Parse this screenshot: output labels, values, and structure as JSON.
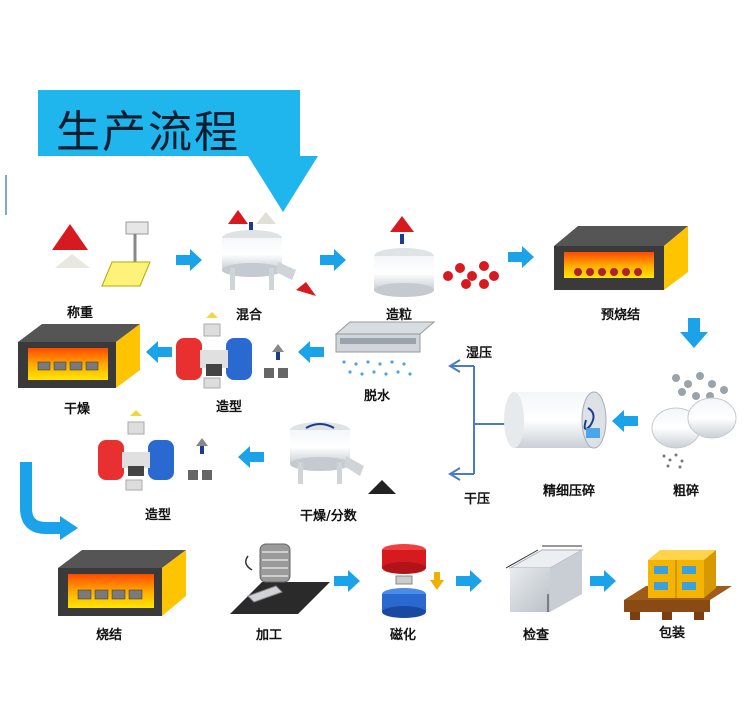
{
  "title": "生产流程",
  "steps": {
    "weighing": "称重",
    "mixing": "混合",
    "granulating": "造粒",
    "presintering": "预烧结",
    "coarse_crushing": "粗碎",
    "fine_crushing": "精细压碎",
    "wet_pressing": "湿压",
    "dry_pressing": "干压",
    "dewatering": "脱水",
    "molding_wet": "造型",
    "drying_wet": "干燥",
    "drying_classify": "干燥/分数",
    "molding_dry": "造型",
    "sintering": "烧结",
    "machining": "加工",
    "magnetizing": "磁化",
    "inspection": "检查",
    "packing": "包装"
  },
  "colors": {
    "title_bg": "#1fb6ee",
    "arrow": "#1aa3e8",
    "branch_arrow": "#4a7cc4",
    "furnace_glow": "#ffd200",
    "powder_red": "#d71920"
  },
  "icons": {
    "flow_arrow": "right-arrow-icon",
    "furnace": "furnace-icon",
    "mixer": "mixer-icon",
    "press": "press-icon",
    "magnet": "magnet-icon"
  }
}
